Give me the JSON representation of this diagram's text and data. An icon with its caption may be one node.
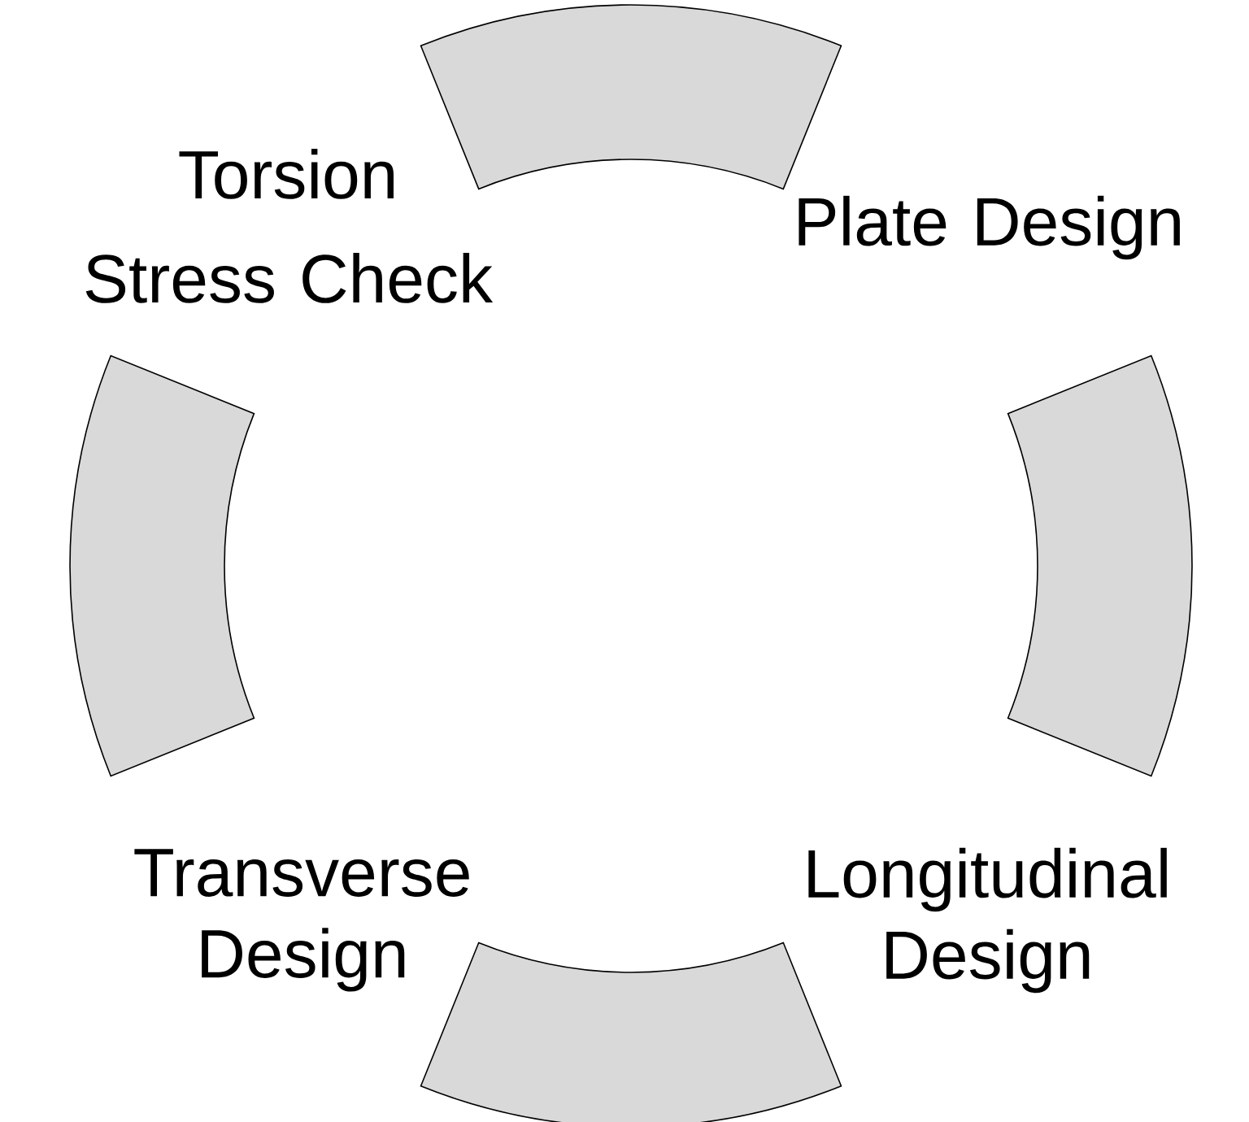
{
  "diagram": {
    "nodes": [
      {
        "text": [
          "Torsion",
          "Stress Check"
        ]
      },
      {
        "text": [
          "Plate Design"
        ]
      },
      {
        "text": [
          "Transverse Design"
        ]
      },
      {
        "text": [
          "Longitudinal Design"
        ]
      },
      {
        "text": [],
        "shape": "band"
      },
      {
        "text": [],
        "shape": "band"
      },
      {
        "text": [],
        "shape": "band"
      },
      {
        "text": [],
        "shape": "band"
      }
    ]
  }
}
